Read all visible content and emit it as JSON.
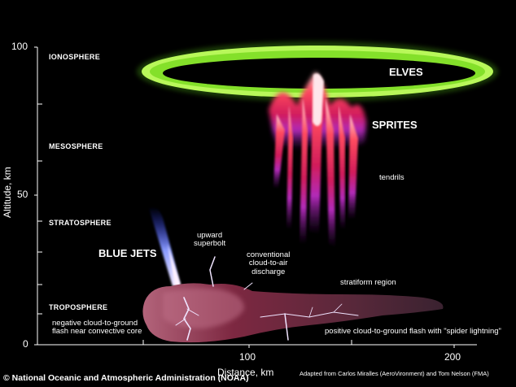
{
  "axes": {
    "ylabel": "Altitude, km",
    "xlabel": "Distance, km",
    "yticks": [
      "100",
      "50",
      "0"
    ],
    "xticks": [
      "100",
      "200"
    ]
  },
  "layers": {
    "ionosphere": "IONOSPHERE",
    "mesosphere": "MESOSPHERE",
    "stratosphere": "STRATOSPHERE",
    "troposphere": "TROPOSPHERE"
  },
  "phenomena": {
    "elves": "ELVES",
    "sprites": "SPRITES",
    "tendrils": "tendrils",
    "blue_jets": "BLUE JETS",
    "upward_superbolt": "upward\nsuperbolt",
    "cloud_to_air": "conventional\ncloud-to-air\ndischarge",
    "stratiform": "stratiform region",
    "negative_flash": "negative cloud-to-ground\nflash near convective core",
    "positive_flash": "positive cloud-to-ground flash with \"spider lightning\""
  },
  "credits": {
    "adapted": "Adapted from Carlos Miralles (AeroVironment) and Tom Nelson (FMA)",
    "source": "© National Oceanic and Atmospheric Administration (NOAA)"
  },
  "colors": {
    "elves_ring": "#9bf23a",
    "sprites": "#ff5a6e",
    "tendrils": "#b02ab8",
    "blue_jet": "#3050ff",
    "cloud": "#6a1f3a"
  }
}
